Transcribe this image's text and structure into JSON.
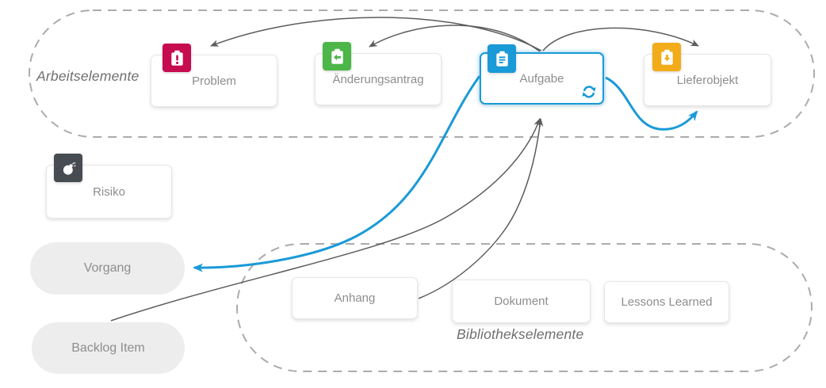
{
  "diagram": {
    "groups": {
      "arbeitselemente": {
        "label": "Arbeitselemente"
      },
      "bibliothekselemente": {
        "label": "Bibliothekselemente"
      }
    },
    "nodes": {
      "problem": {
        "label": "Problem",
        "icon": "exclamation-clipboard-icon",
        "icon_color": "#c60b4e"
      },
      "aenderungsantrag": {
        "label": "Änderungsantrag",
        "icon": "arrow-left-clipboard-icon",
        "icon_color": "#4cb648"
      },
      "aufgabe": {
        "label": "Aufgabe",
        "icon": "task-clipboard-icon",
        "icon_color": "#1a9ad7",
        "selected": true,
        "badge": "sync-icon"
      },
      "lieferobjekt": {
        "label": "Lieferobjekt",
        "icon": "arrow-down-clipboard-icon",
        "icon_color": "#f3ac19"
      },
      "risiko": {
        "label": "Risiko",
        "icon": "bomb-icon",
        "icon_color": "#474c52"
      },
      "vorgang": {
        "label": "Vorgang"
      },
      "backlog_item": {
        "label": "Backlog Item"
      },
      "anhang": {
        "label": "Anhang"
      },
      "dokument": {
        "label": "Dokument"
      },
      "lessons_learned": {
        "label": "Lessons Learned"
      }
    },
    "edges": [
      {
        "from": "aufgabe",
        "to": "problem",
        "color": "#5c5c5c"
      },
      {
        "from": "aufgabe",
        "to": "aenderungsantrag",
        "color": "#5c5c5c"
      },
      {
        "from": "aufgabe",
        "to": "lieferobjekt",
        "color": "#5c5c5c"
      },
      {
        "from": "aufgabe",
        "to": "vorgang",
        "color": "#1a9ad7"
      },
      {
        "from": "aufgabe",
        "to": "lieferobjekt",
        "color": "#1a9ad7"
      },
      {
        "from": "backlog_item",
        "to": "aufgabe",
        "color": "#5c5c5c"
      },
      {
        "from": "anhang",
        "to": "aufgabe",
        "color": "#5c5c5c"
      }
    ],
    "colors": {
      "selection_blue": "#1a9ad7",
      "edge_gray": "#5c5c5c",
      "container_dash": "#ababab",
      "pill_bg": "#ededed",
      "node_text": "#8d8d8d",
      "problem_red": "#c60b4e",
      "change_green": "#4cb648",
      "delivery_amber": "#f3ac19",
      "risk_dark": "#474c52"
    }
  }
}
